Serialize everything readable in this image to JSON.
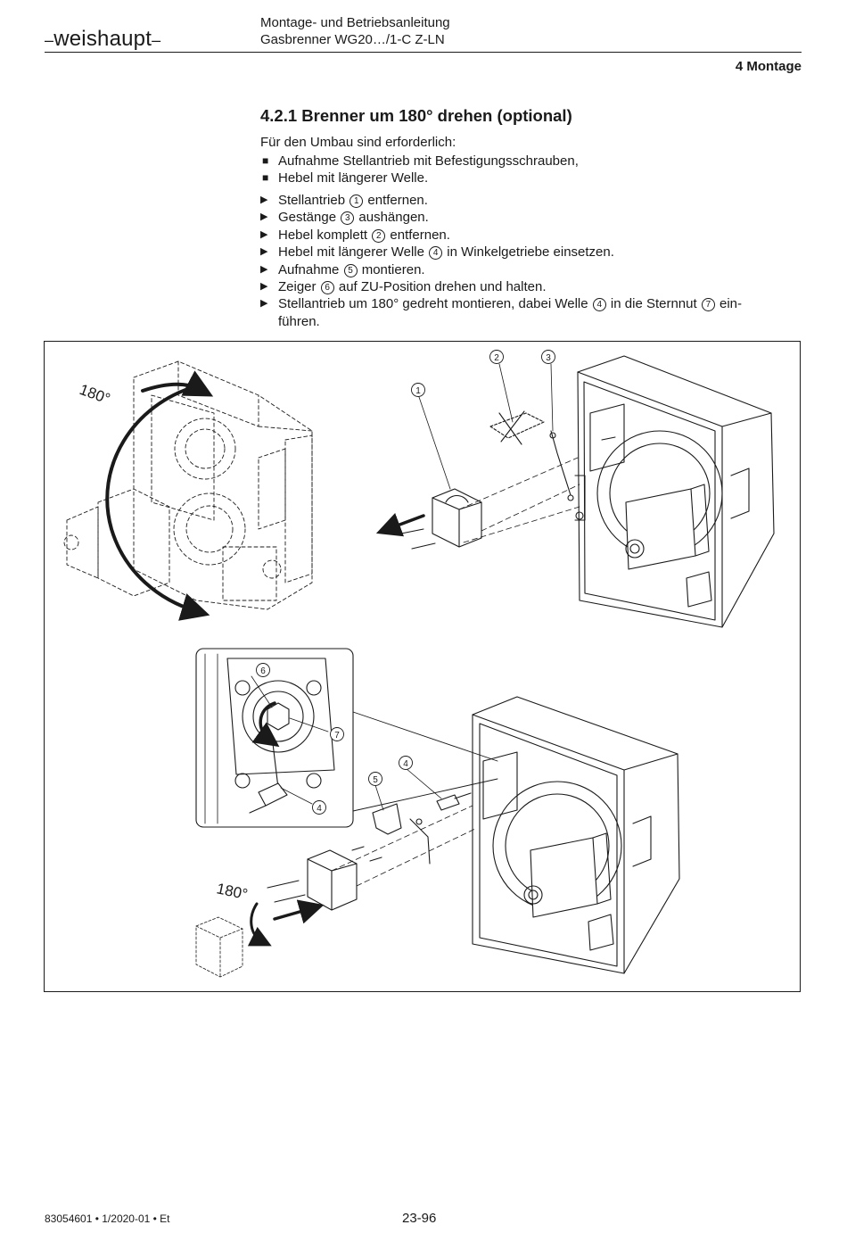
{
  "header": {
    "brand": "weishaupt",
    "doc_title_line1": "Montage- und Betriebsanleitung",
    "doc_title_line2": "Gasbrenner WG20…/1-C Z-LN",
    "chapter": "4 Montage"
  },
  "section": {
    "title": "4.2.1 Brenner um 180° drehen (optional)",
    "intro": "Für den Umbau sind erforderlich:",
    "requirements": [
      "Aufnahme Stellantrieb mit Befestigungsschrauben,",
      "Hebel mit längerer Welle."
    ],
    "steps": [
      {
        "a": "Stellantrieb ",
        "n1": "1",
        "b": " entfernen."
      },
      {
        "a": "Gestänge ",
        "n1": "3",
        "b": " aushängen."
      },
      {
        "a": "Hebel komplett ",
        "n1": "2",
        "b": " entfernen."
      },
      {
        "a": "Hebel mit längerer Welle ",
        "n1": "4",
        "b": " in Winkelgetriebe einsetzen."
      },
      {
        "a": "Aufnahme ",
        "n1": "5",
        "b": " montieren."
      },
      {
        "a": "Zeiger ",
        "n1": "6",
        "b": " auf ZU-Position drehen und halten."
      },
      {
        "a": "Stellantrieb um 180° gedreht montieren, dabei Welle ",
        "n1": "4",
        "b": " in die Sternnut ",
        "n2": "7",
        "c": " ein-"
      }
    ],
    "step_continuation": "führen."
  },
  "figure": {
    "rotation_label_top": "180°",
    "rotation_label_bottom": "180°",
    "callouts_top": [
      "1",
      "2",
      "3"
    ],
    "callouts_detail": [
      "6",
      "7",
      "4"
    ],
    "callouts_bottom": [
      "4",
      "5"
    ]
  },
  "footer": {
    "doc_number": "83054601 • 1/2020-01 • Et",
    "page": "23-96"
  }
}
